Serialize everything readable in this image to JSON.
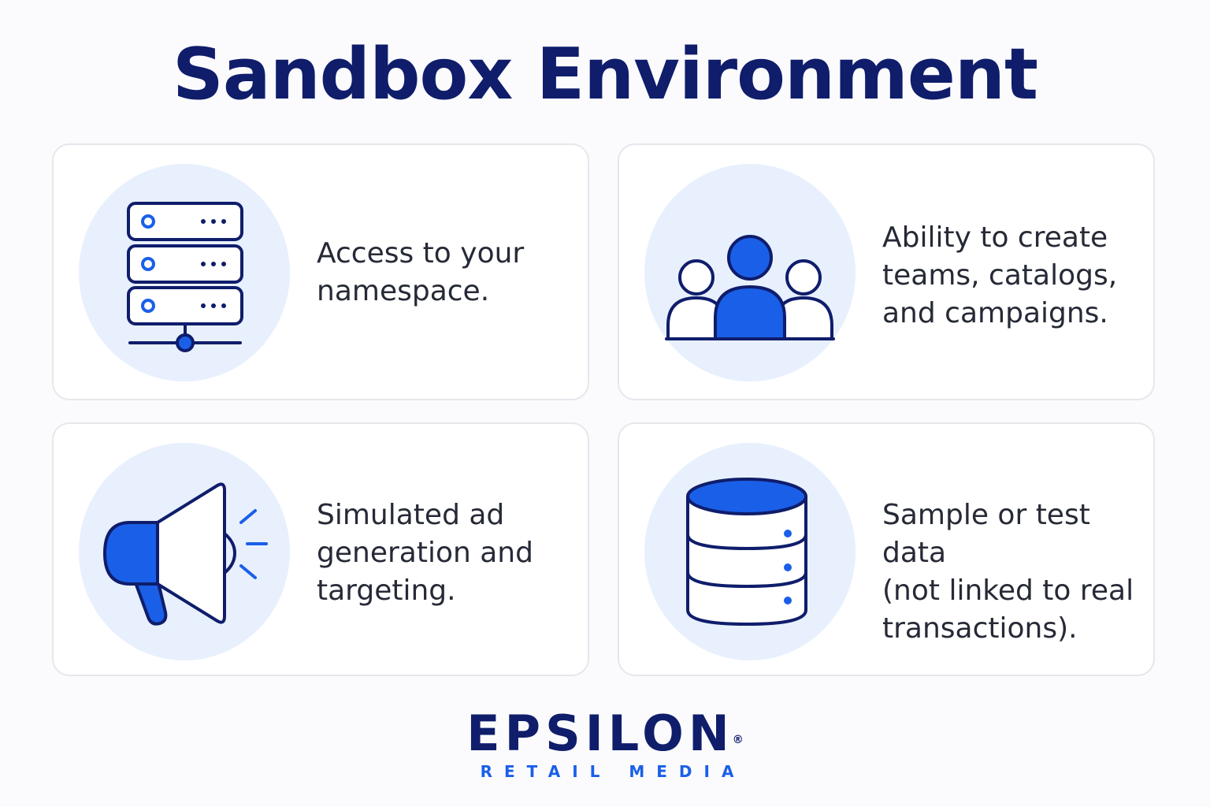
{
  "title": "Sandbox Environment",
  "cards": [
    {
      "icon": "server-icon",
      "text": "Access to your\nnamespace."
    },
    {
      "icon": "users-icon",
      "text": "Ability to create\nteams, catalogs,\nand campaigns."
    },
    {
      "icon": "megaphone-icon",
      "text": "Simulated ad\ngeneration and\ntargeting."
    },
    {
      "icon": "database-icon",
      "text": "Sample or test data\n(not linked to real\ntransactions)."
    }
  ],
  "brand": {
    "name": "EPSILON",
    "registered": "®",
    "tagline": "RETAIL MEDIA"
  },
  "colors": {
    "navy": "#0f1d6b",
    "accent_blue": "#1a5fe8",
    "icon_bg": "#e8f0fd",
    "card_border": "#e6e7ec"
  }
}
